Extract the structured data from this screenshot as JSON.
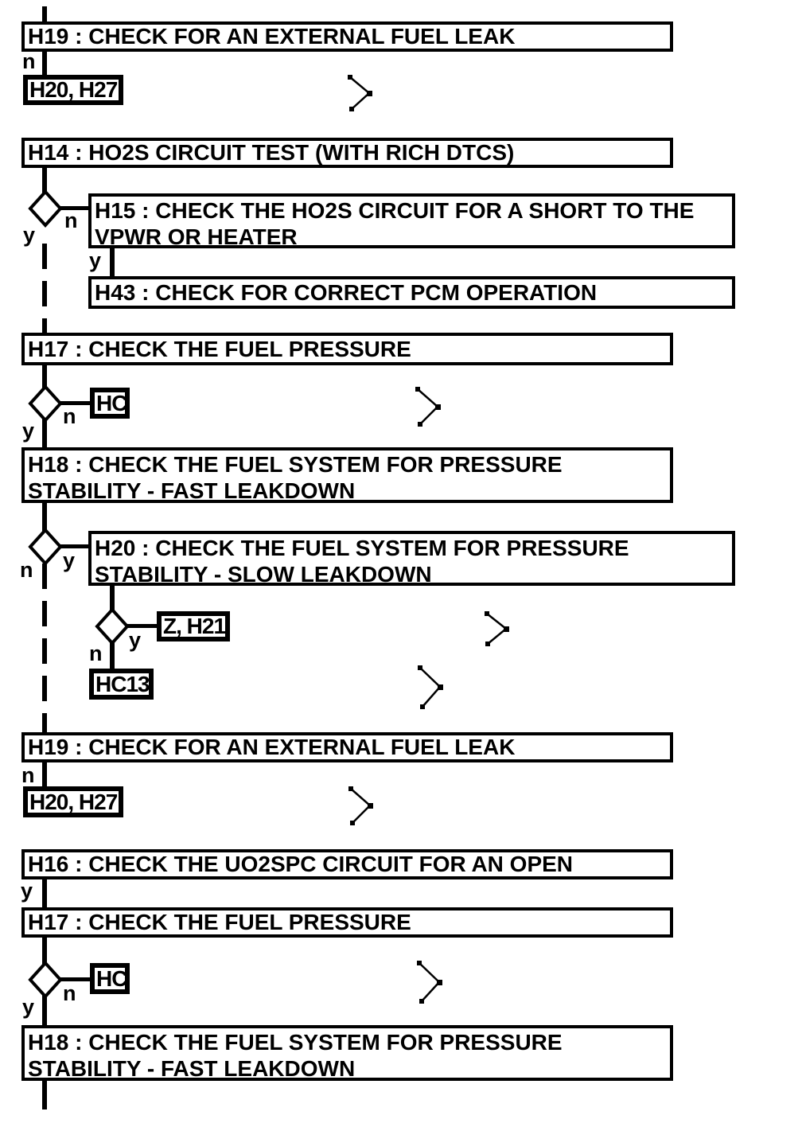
{
  "branch_labels": {
    "yes": "y",
    "no": "n"
  },
  "icons": {
    "continue_arrow": ">"
  },
  "colors": {
    "stroke": "#000000",
    "box_fill": "#ffffff",
    "background": "#ffffff"
  },
  "nodes": {
    "h19a": {
      "label": "H19 : CHECK FOR AN EXTERNAL FUEL LEAK"
    },
    "h20h27a": {
      "label": "H20, H27"
    },
    "h14": {
      "label": "H14 : HO2S CIRCUIT TEST (WITH RICH DTCS)"
    },
    "h15": {
      "label": "H15 : CHECK THE HO2S CIRCUIT FOR A SHORT TO THE VPWR OR HEATER"
    },
    "h43": {
      "label": "H43 : CHECK FOR CORRECT PCM OPERATION"
    },
    "h17a": {
      "label": "H17 : CHECK THE FUEL PRESSURE"
    },
    "hca": {
      "label": "HC"
    },
    "h18a": {
      "label": "H18 : CHECK THE FUEL SYSTEM FOR PRESSURE STABILITY - FAST LEAKDOWN"
    },
    "h20slow": {
      "label": "H20 : CHECK THE FUEL SYSTEM FOR PRESSURE STABILITY - SLOW LEAKDOWN"
    },
    "zh21": {
      "label": "Z, H21"
    },
    "hc13": {
      "label": "HC13"
    },
    "h19b": {
      "label": "H19 : CHECK FOR AN EXTERNAL FUEL LEAK"
    },
    "h20h27b": {
      "label": "H20, H27"
    },
    "h16": {
      "label": "H16 : CHECK THE UO2SPC CIRCUIT FOR AN OPEN"
    },
    "h17b": {
      "label": "H17 : CHECK THE FUEL PRESSURE"
    },
    "hcb": {
      "label": "HC"
    },
    "h18b": {
      "label": "H18 : CHECK THE FUEL SYSTEM FOR PRESSURE STABILITY - FAST LEAKDOWN"
    }
  }
}
